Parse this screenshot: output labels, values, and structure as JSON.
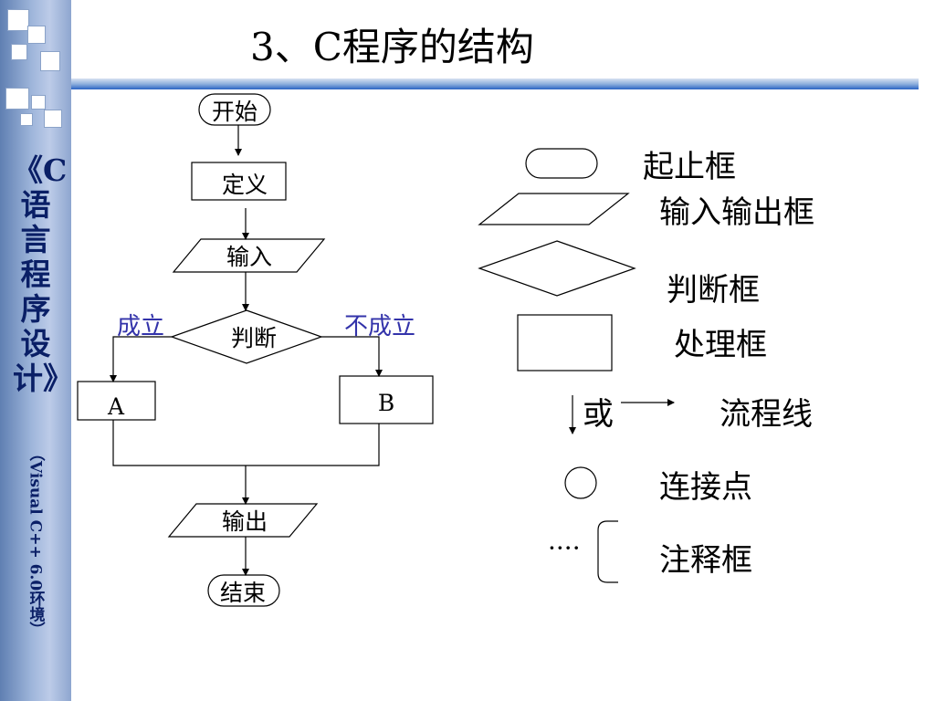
{
  "slide": {
    "title": "3、C程序的结构",
    "sidebar_title": "《C语言程序设计》",
    "sidebar_subtitle": "（Visual C++ 6.0环境）"
  },
  "flowchart": {
    "start": "开始",
    "define": "定义",
    "input": "输入",
    "decision": "判断",
    "yes_label": "成立",
    "no_label": "不成立",
    "box_a": "A",
    "box_b": "B",
    "output": "输出",
    "end": "结束"
  },
  "legend": {
    "terminal": "起止框",
    "io": "输入输出框",
    "decision": "判断框",
    "process": "处理框",
    "or": "或",
    "flowline": "流程线",
    "connector": "连接点",
    "annotation": "注释框",
    "dots": "····"
  },
  "colors": {
    "branch_label": "#3333aa",
    "sidebar_text": "#0a1f66",
    "title_bar": "#2a64c4"
  }
}
